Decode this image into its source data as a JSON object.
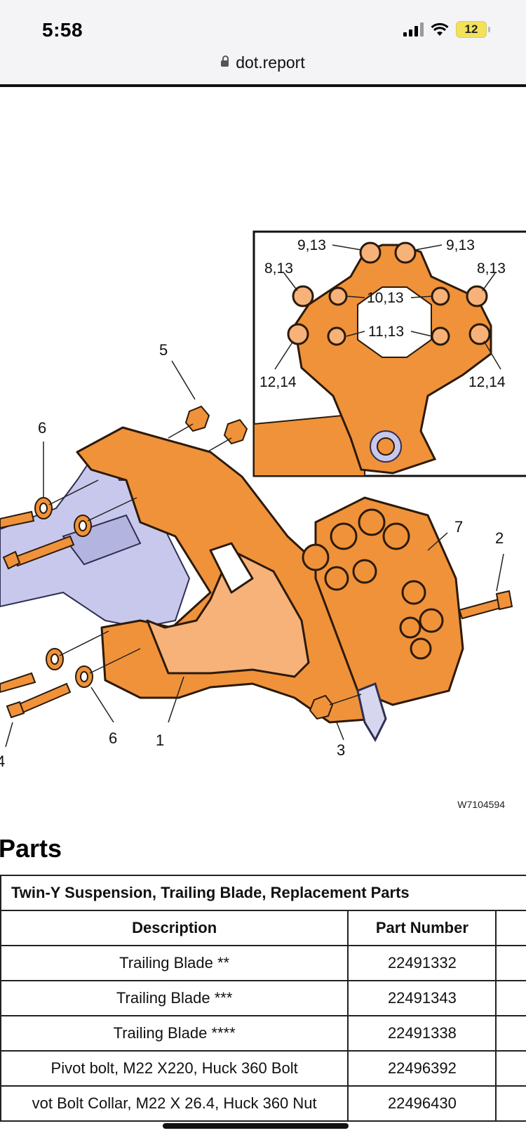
{
  "status": {
    "time": "5:58",
    "battery": "12"
  },
  "browser": {
    "url": "dot.report"
  },
  "diagram": {
    "reference": "W7104594",
    "callouts": [
      "1",
      "2",
      "3",
      "4",
      "5",
      "6",
      "6",
      "7"
    ],
    "inset_callouts": [
      "9,13",
      "9,13",
      "8,13",
      "8,13",
      "10,13",
      "11,13",
      "12,14",
      "12,14"
    ],
    "colors": {
      "part": "#f0923a",
      "outline": "#2b1a0a",
      "frame": "#c8c8ec"
    }
  },
  "parts": {
    "heading": "Parts",
    "table_caption": "Twin-Y Suspension, Trailing Blade, Replacement Parts",
    "columns": [
      "Description",
      "Part Number"
    ],
    "rows": [
      {
        "description": "Trailing Blade **",
        "part_number": "22491332"
      },
      {
        "description": "Trailing Blade ***",
        "part_number": "22491343"
      },
      {
        "description": "Trailing Blade ****",
        "part_number": "22491338"
      },
      {
        "description": "Pivot bolt, M22 X220, Huck 360 Bolt",
        "part_number": "22496392"
      },
      {
        "description": "vot Bolt Collar, M22 X 26.4, Huck 360 Nut",
        "part_number": "22496430"
      }
    ]
  }
}
